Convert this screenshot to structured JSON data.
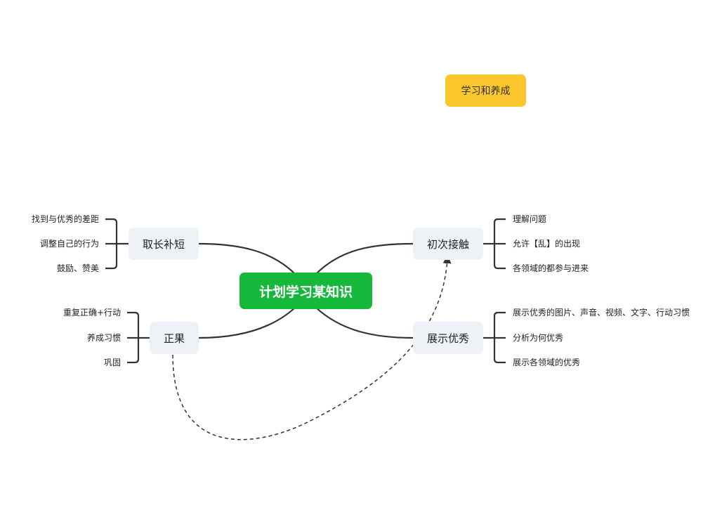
{
  "center": {
    "label": "计划学习某知识"
  },
  "floating": {
    "label": "学习和养成"
  },
  "branches": {
    "b1": {
      "label": "初次接触",
      "children": [
        "理解问题",
        "允许【乱】的出现",
        "各领域的都参与进来"
      ]
    },
    "b2": {
      "label": "展示优秀",
      "children": [
        "展示优秀的图片、声音、视频、文字、行动习惯",
        "分析为何优秀",
        "展示各领域的优秀"
      ]
    },
    "b3": {
      "label": "取长补短",
      "children": [
        "找到与优秀的差距",
        "调整自己的行为",
        "鼓励、赞美"
      ]
    },
    "b4": {
      "label": "正果",
      "children": [
        "重复正确+行动",
        "养成习惯",
        "巩固"
      ]
    }
  },
  "colors": {
    "center": "#16b83c",
    "floating": "#fcc72c",
    "topic": "#eef1f5",
    "line": "#333333"
  }
}
